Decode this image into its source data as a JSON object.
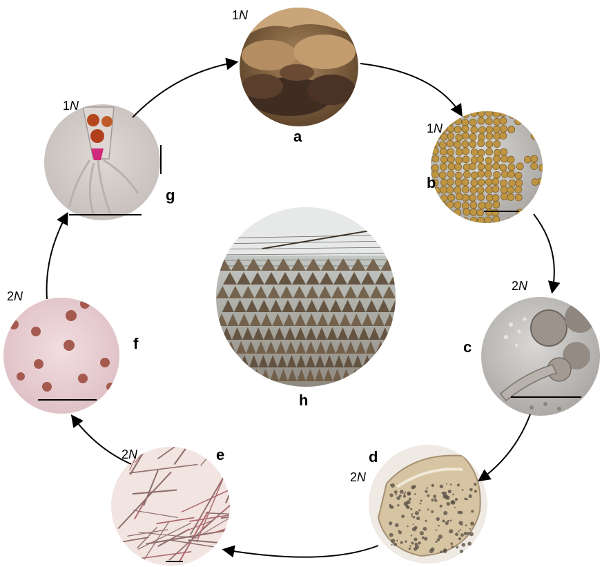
{
  "colors": {
    "line": "#000000",
    "rock_base": "#8c6a45",
    "cell_yellow": "#c9a040",
    "microscope_bg": "#c9c7c4",
    "pink_bg": "#e8cfd3",
    "shell": "#d7c6a8",
    "farm_water": "#b7bbb8",
    "farm_net": "#5a4632",
    "sky": "#e9eceb"
  },
  "stages": {
    "a": {
      "letter": "a",
      "ploidy_num": "1",
      "ploidy_var": "N",
      "subject": "rocky-shore"
    },
    "b": {
      "letter": "b",
      "ploidy_num": "1",
      "ploidy_var": "N",
      "subject": "cell-mass"
    },
    "c": {
      "letter": "c",
      "ploidy_num": "2",
      "ploidy_var": "N",
      "subject": "germinating-spore"
    },
    "d": {
      "letter": "d",
      "ploidy_num": "2",
      "ploidy_var": "N",
      "subject": "shell-with-conchocelis"
    },
    "e": {
      "letter": "e",
      "ploidy_num": "2",
      "ploidy_var": "N",
      "subject": "filament-network"
    },
    "f": {
      "letter": "f",
      "ploidy_num": "2",
      "ploidy_var": "N",
      "subject": "spores"
    },
    "g": {
      "letter": "g",
      "ploidy_num": "1",
      "ploidy_var": "N",
      "subject": "young-thallus"
    },
    "h": {
      "letter": "h",
      "subject": "aquaculture-farm"
    }
  },
  "cycle_order": [
    "a",
    "b",
    "c",
    "d",
    "e",
    "f",
    "g"
  ]
}
